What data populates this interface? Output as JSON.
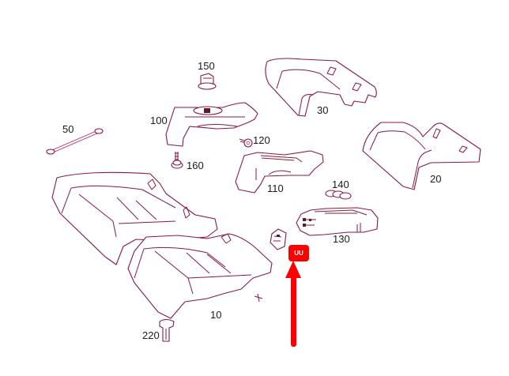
{
  "diagram": {
    "type": "exploded parts view",
    "subject": "rear seat assembly",
    "line_color": "#8a1a3a",
    "accent_color": "#ff0000"
  },
  "parts": [
    {
      "number": "10",
      "description": "seat cushion (lower)"
    },
    {
      "number": "20",
      "description": "side bolster trim cover"
    },
    {
      "number": "30",
      "description": "side bolster trim cover"
    },
    {
      "number": "50",
      "description": "wire / cable"
    },
    {
      "number": "100",
      "description": "trim panel"
    },
    {
      "number": "110",
      "description": "trim panel"
    },
    {
      "number": "120",
      "description": "screw"
    },
    {
      "number": "130",
      "description": "armrest housing"
    },
    {
      "number": "140",
      "description": "o-rings"
    },
    {
      "number": "150",
      "description": "nut"
    },
    {
      "number": "160",
      "description": "screw"
    },
    {
      "number": "220",
      "description": "clip"
    }
  ],
  "labels": {
    "p10": "10",
    "p20": "20",
    "p30": "30",
    "p50": "50",
    "p100": "100",
    "p110": "110",
    "p120": "120",
    "p130": "130",
    "p140": "140",
    "p150": "150",
    "p160": "160",
    "p220": "220"
  },
  "callout": {
    "glyph": "UU",
    "description": "highlighted clip part",
    "arrow": "upward red arrow"
  }
}
